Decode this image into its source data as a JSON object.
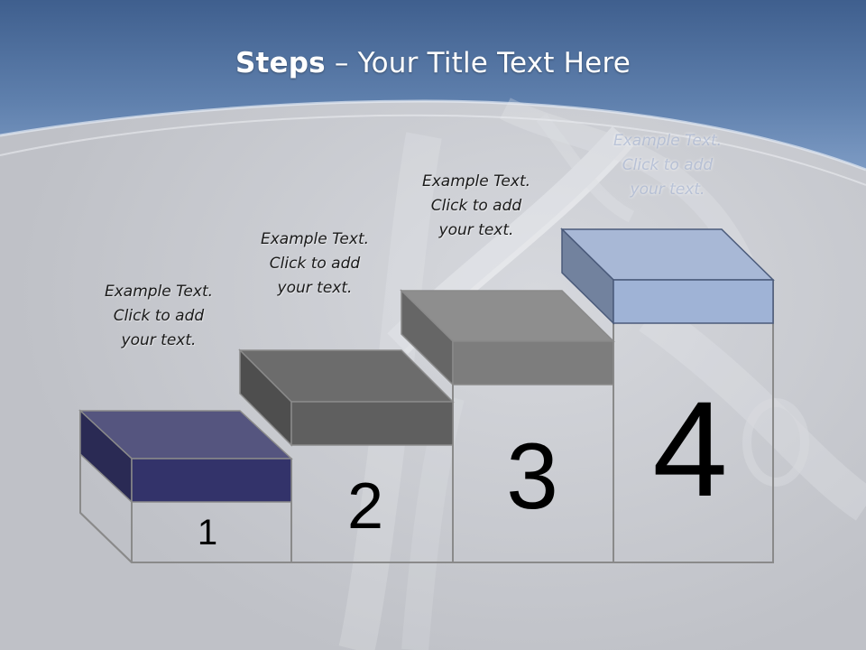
{
  "title": {
    "bold": "Steps",
    "rest": " – Your Title Text Here"
  },
  "steps": [
    {
      "number": "1",
      "caption": [
        "Example Text.",
        "Click  to add",
        "your text."
      ],
      "color": "#3a3a78"
    },
    {
      "number": "2",
      "caption": [
        "Example Text.",
        "Click  to add",
        "your text."
      ],
      "color": "#6e6e6e"
    },
    {
      "number": "3",
      "caption": [
        "Example Text.",
        "Click  to add",
        "your text."
      ],
      "color": "#808080"
    },
    {
      "number": "4",
      "caption": [
        "Example Text.",
        "Click  to add",
        "your text."
      ],
      "color": "#9fb2d3"
    }
  ],
  "colors": {
    "header_blue": "#4a6b9a",
    "background_gray": "#c4c6cc",
    "outline": "#8a8a8a"
  }
}
